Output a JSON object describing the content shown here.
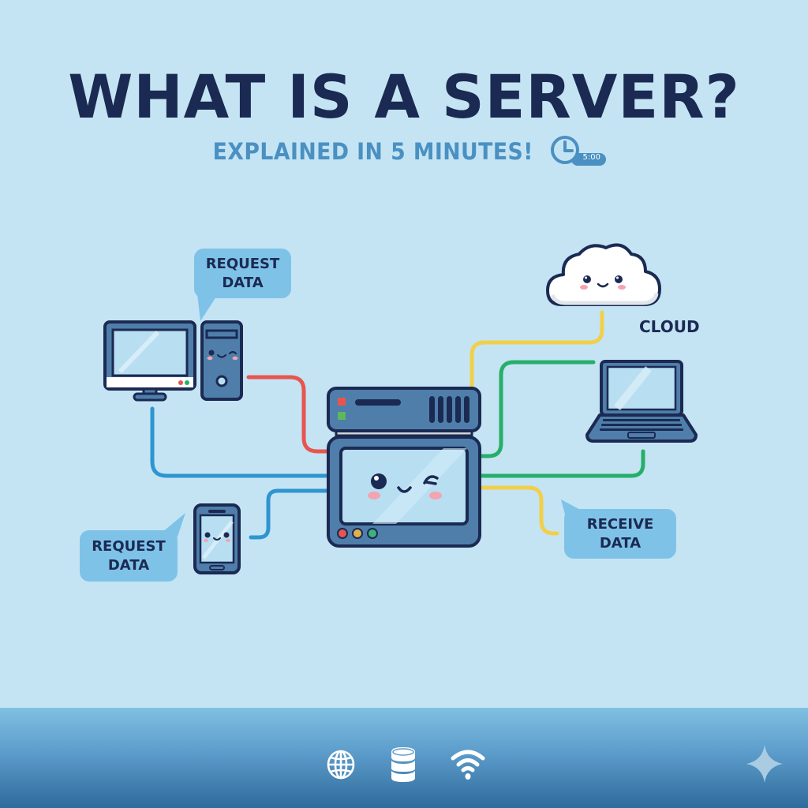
{
  "header": {
    "title": "WHAT IS A SERVER?",
    "subtitle": "EXPLAINED IN 5 MINUTES!",
    "timer_label": "5:00"
  },
  "diagram": {
    "central_node": "server",
    "bubbles": {
      "desktop_request": [
        "REQUEST",
        "DATA"
      ],
      "phone_request": [
        "REQUEST",
        "DATA"
      ],
      "receive": [
        "RECEIVE",
        "DATA"
      ]
    },
    "cloud_label": "CLOUD",
    "connections": [
      {
        "from": "desktop-tower",
        "to": "server",
        "color": "#e8554e"
      },
      {
        "from": "desktop-monitor",
        "to": "server",
        "color": "#2f95d0"
      },
      {
        "from": "smartphone",
        "to": "server",
        "color": "#2f95d0"
      },
      {
        "from": "cloud",
        "to": "server",
        "color": "#f2cf4a"
      },
      {
        "from": "laptop",
        "to": "server",
        "color": "#27ae6a"
      },
      {
        "from": "laptop",
        "to": "server",
        "color": "#27ae6a"
      },
      {
        "from": "server",
        "to": "receive-bubble",
        "color": "#f2cf4a"
      }
    ]
  },
  "footer": {
    "icons": [
      "globe-icon",
      "database-icon",
      "wifi-icon",
      "sparkle-icon"
    ]
  },
  "colors": {
    "background": "#c4e4f4",
    "title": "#1b2a52",
    "subtitle": "#4a90c2",
    "bubble": "#7fc2e8",
    "device_body": "#4f7eaa",
    "outline": "#1b2a52"
  }
}
